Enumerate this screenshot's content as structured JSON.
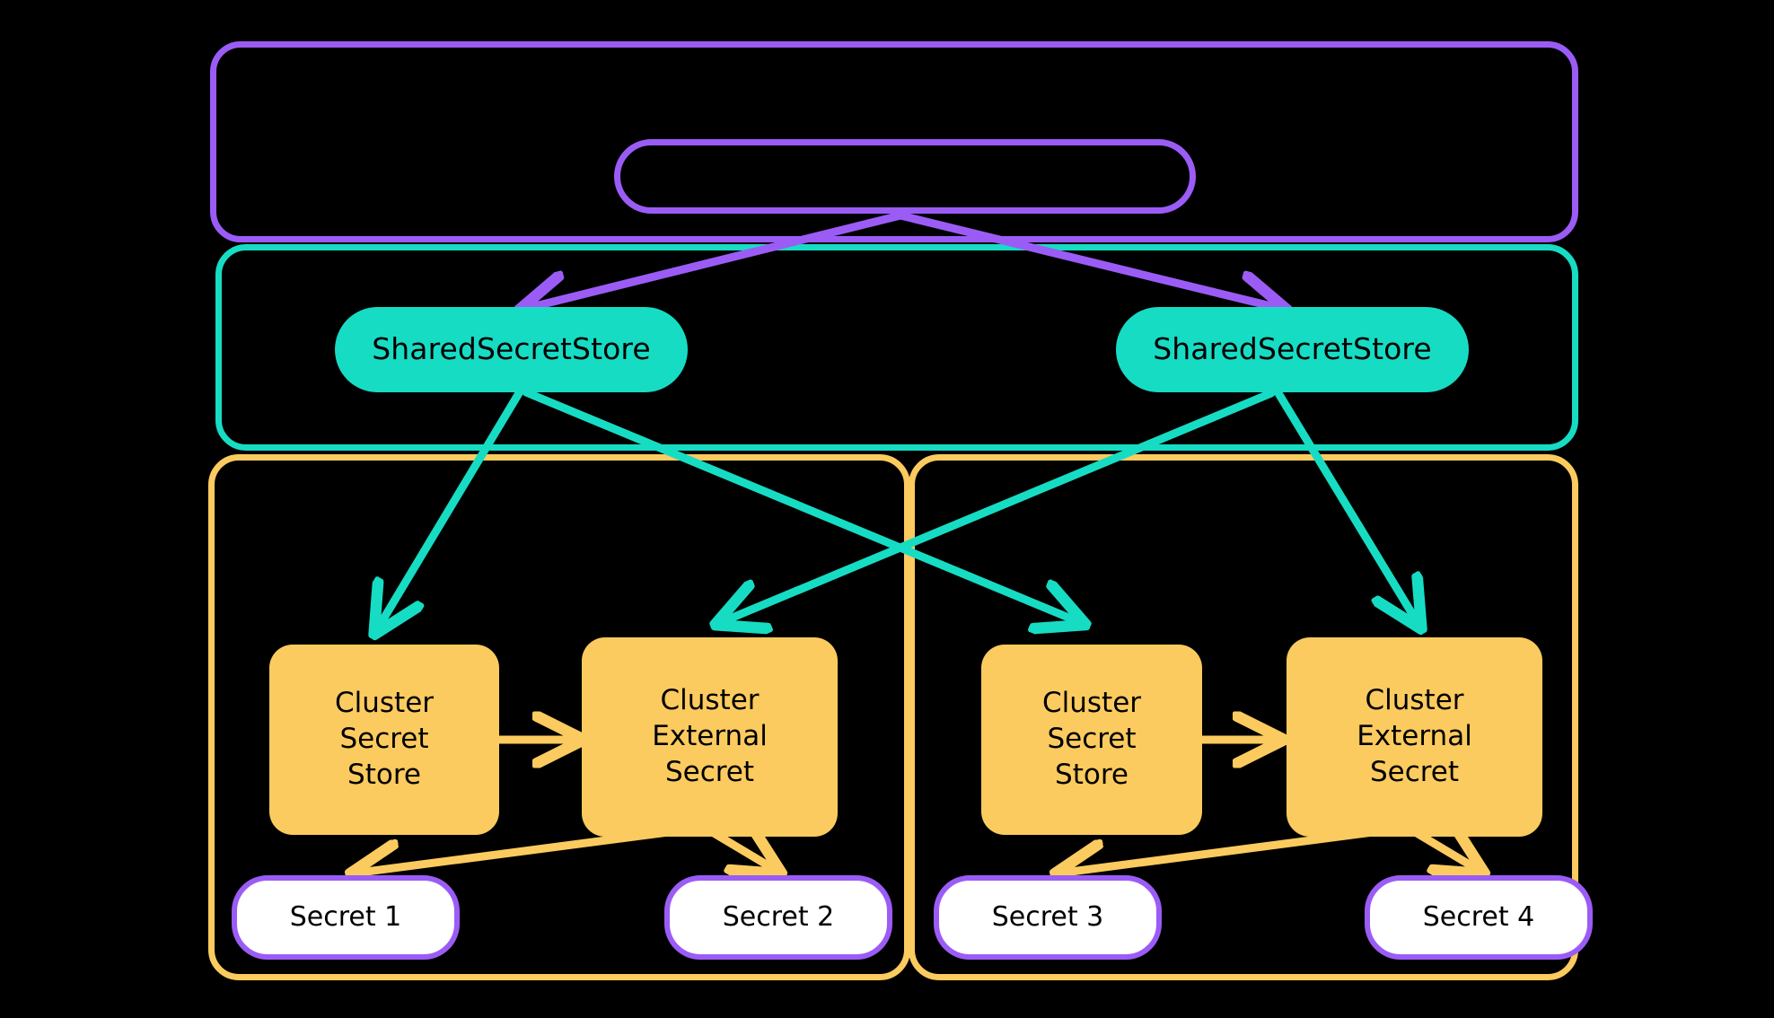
{
  "diagram": {
    "title": "External Secrets Operator shared secret store architecture",
    "background": "#000000",
    "colors": {
      "purple": "#9B5CF6",
      "teal": "#17DCC4",
      "yellow": "#FBCB5F",
      "white": "#FFFFFF",
      "text": "#000000"
    }
  },
  "containers": {
    "operator_scope": {
      "label": "",
      "border_color": "#9B5CF6"
    },
    "shared_scope": {
      "label": "",
      "border_color": "#17DCC4"
    },
    "cluster_left": {
      "label": "",
      "border_color": "#FBCB5F"
    },
    "cluster_right": {
      "label": "",
      "border_color": "#FBCB5F"
    }
  },
  "nodes": {
    "operator_pill": {
      "label": "",
      "shape": "stadium",
      "border_color": "#9B5CF6"
    },
    "shared_store_left": {
      "label": "SharedSecretStore",
      "fill": "#17DCC4"
    },
    "shared_store_right": {
      "label": "SharedSecretStore",
      "fill": "#17DCC4"
    },
    "cluster_secret_store_left": {
      "label": "Cluster\nSecret\nStore",
      "fill": "#FBCB5F"
    },
    "cluster_external_secret_left": {
      "label": "Cluster\nExternal\nSecret",
      "fill": "#FBCB5F"
    },
    "cluster_secret_store_right": {
      "label": "Cluster\nSecret\nStore",
      "fill": "#FBCB5F"
    },
    "cluster_external_secret_right": {
      "label": "Cluster\nExternal\nSecret",
      "fill": "#FBCB5F"
    },
    "secret_1": {
      "label": "Secret 1",
      "fill": "#FFFFFF",
      "border_color": "#9B5CF6"
    },
    "secret_2": {
      "label": "Secret 2",
      "fill": "#FFFFFF",
      "border_color": "#9B5CF6"
    },
    "secret_3": {
      "label": "Secret 3",
      "fill": "#FFFFFF",
      "border_color": "#9B5CF6"
    },
    "secret_4": {
      "label": "Secret 4",
      "fill": "#FFFFFF",
      "border_color": "#9B5CF6"
    }
  },
  "edges": [
    {
      "from": "operator_pill",
      "to": "shared_store_left",
      "color": "#9B5CF6",
      "label": ""
    },
    {
      "from": "operator_pill",
      "to": "shared_store_right",
      "color": "#9B5CF6",
      "label": ""
    },
    {
      "from": "shared_store_left",
      "to": "cluster_secret_store_left",
      "color": "#17DCC4",
      "label": ""
    },
    {
      "from": "shared_store_left",
      "to": "cluster_secret_store_right",
      "color": "#17DCC4",
      "label": ""
    },
    {
      "from": "shared_store_right",
      "to": "cluster_external_secret_left",
      "color": "#17DCC4",
      "label": ""
    },
    {
      "from": "shared_store_right",
      "to": "cluster_external_secret_right",
      "color": "#17DCC4",
      "label": ""
    },
    {
      "from": "cluster_secret_store_left",
      "to": "cluster_external_secret_left",
      "color": "#FBCB5F",
      "label": ""
    },
    {
      "from": "cluster_secret_store_right",
      "to": "cluster_external_secret_right",
      "color": "#FBCB5F",
      "label": ""
    },
    {
      "from": "cluster_external_secret_left",
      "to": "secret_1",
      "color": "#FBCB5F",
      "label": ""
    },
    {
      "from": "cluster_external_secret_left",
      "to": "secret_2",
      "color": "#FBCB5F",
      "label": ""
    },
    {
      "from": "cluster_external_secret_right",
      "to": "secret_3",
      "color": "#FBCB5F",
      "label": ""
    },
    {
      "from": "cluster_external_secret_right",
      "to": "secret_4",
      "color": "#FBCB5F",
      "label": ""
    }
  ]
}
